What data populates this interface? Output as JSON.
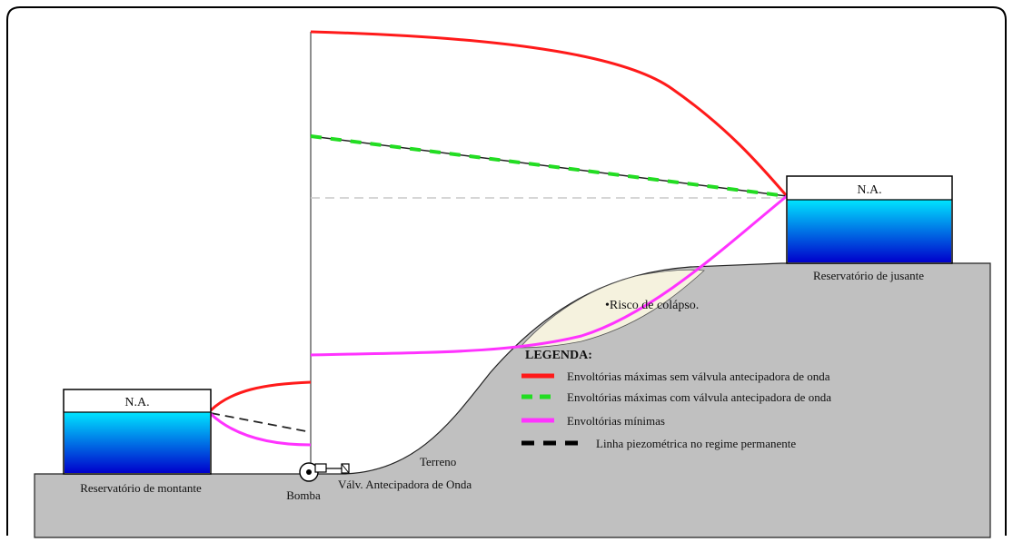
{
  "downstream_reservoir": {
    "water_level_label": "N.A.",
    "name": "Reservatório de jusante"
  },
  "upstream_reservoir": {
    "water_level_label": "N.A.",
    "name": "Reservatório de montante"
  },
  "labels": {
    "collapse_risk": "•Risco de colápso.",
    "terrain": "Terreno",
    "pump": "Bomba",
    "valve": "Válv. Antecipadora de Onda"
  },
  "legend": {
    "title": "LEGENDA:",
    "items": [
      {
        "label": "Envoltórias máximas sem válvula antecipadora de onda",
        "color": "#ff1a1a",
        "style": "solid"
      },
      {
        "label": "Envoltórias máximas com válvula antecipadora de onda",
        "color": "#22dd22",
        "style": "dashed"
      },
      {
        "label": "Envoltórias mínimas",
        "color": "#ff33ff",
        "style": "solid"
      },
      {
        "label": "Linha piezométrica no regime permanente",
        "color": "#000000",
        "style": "dashed"
      }
    ]
  },
  "colors": {
    "terrain_fill": "#c0c0c0",
    "water_top": "#00e5ff",
    "water_bottom": "#0000cc",
    "max_no_valve": "#ff1a1a",
    "max_with_valve": "#22dd22",
    "min_envelope": "#ff33ff",
    "collapse_zone": "#f5f2de"
  }
}
